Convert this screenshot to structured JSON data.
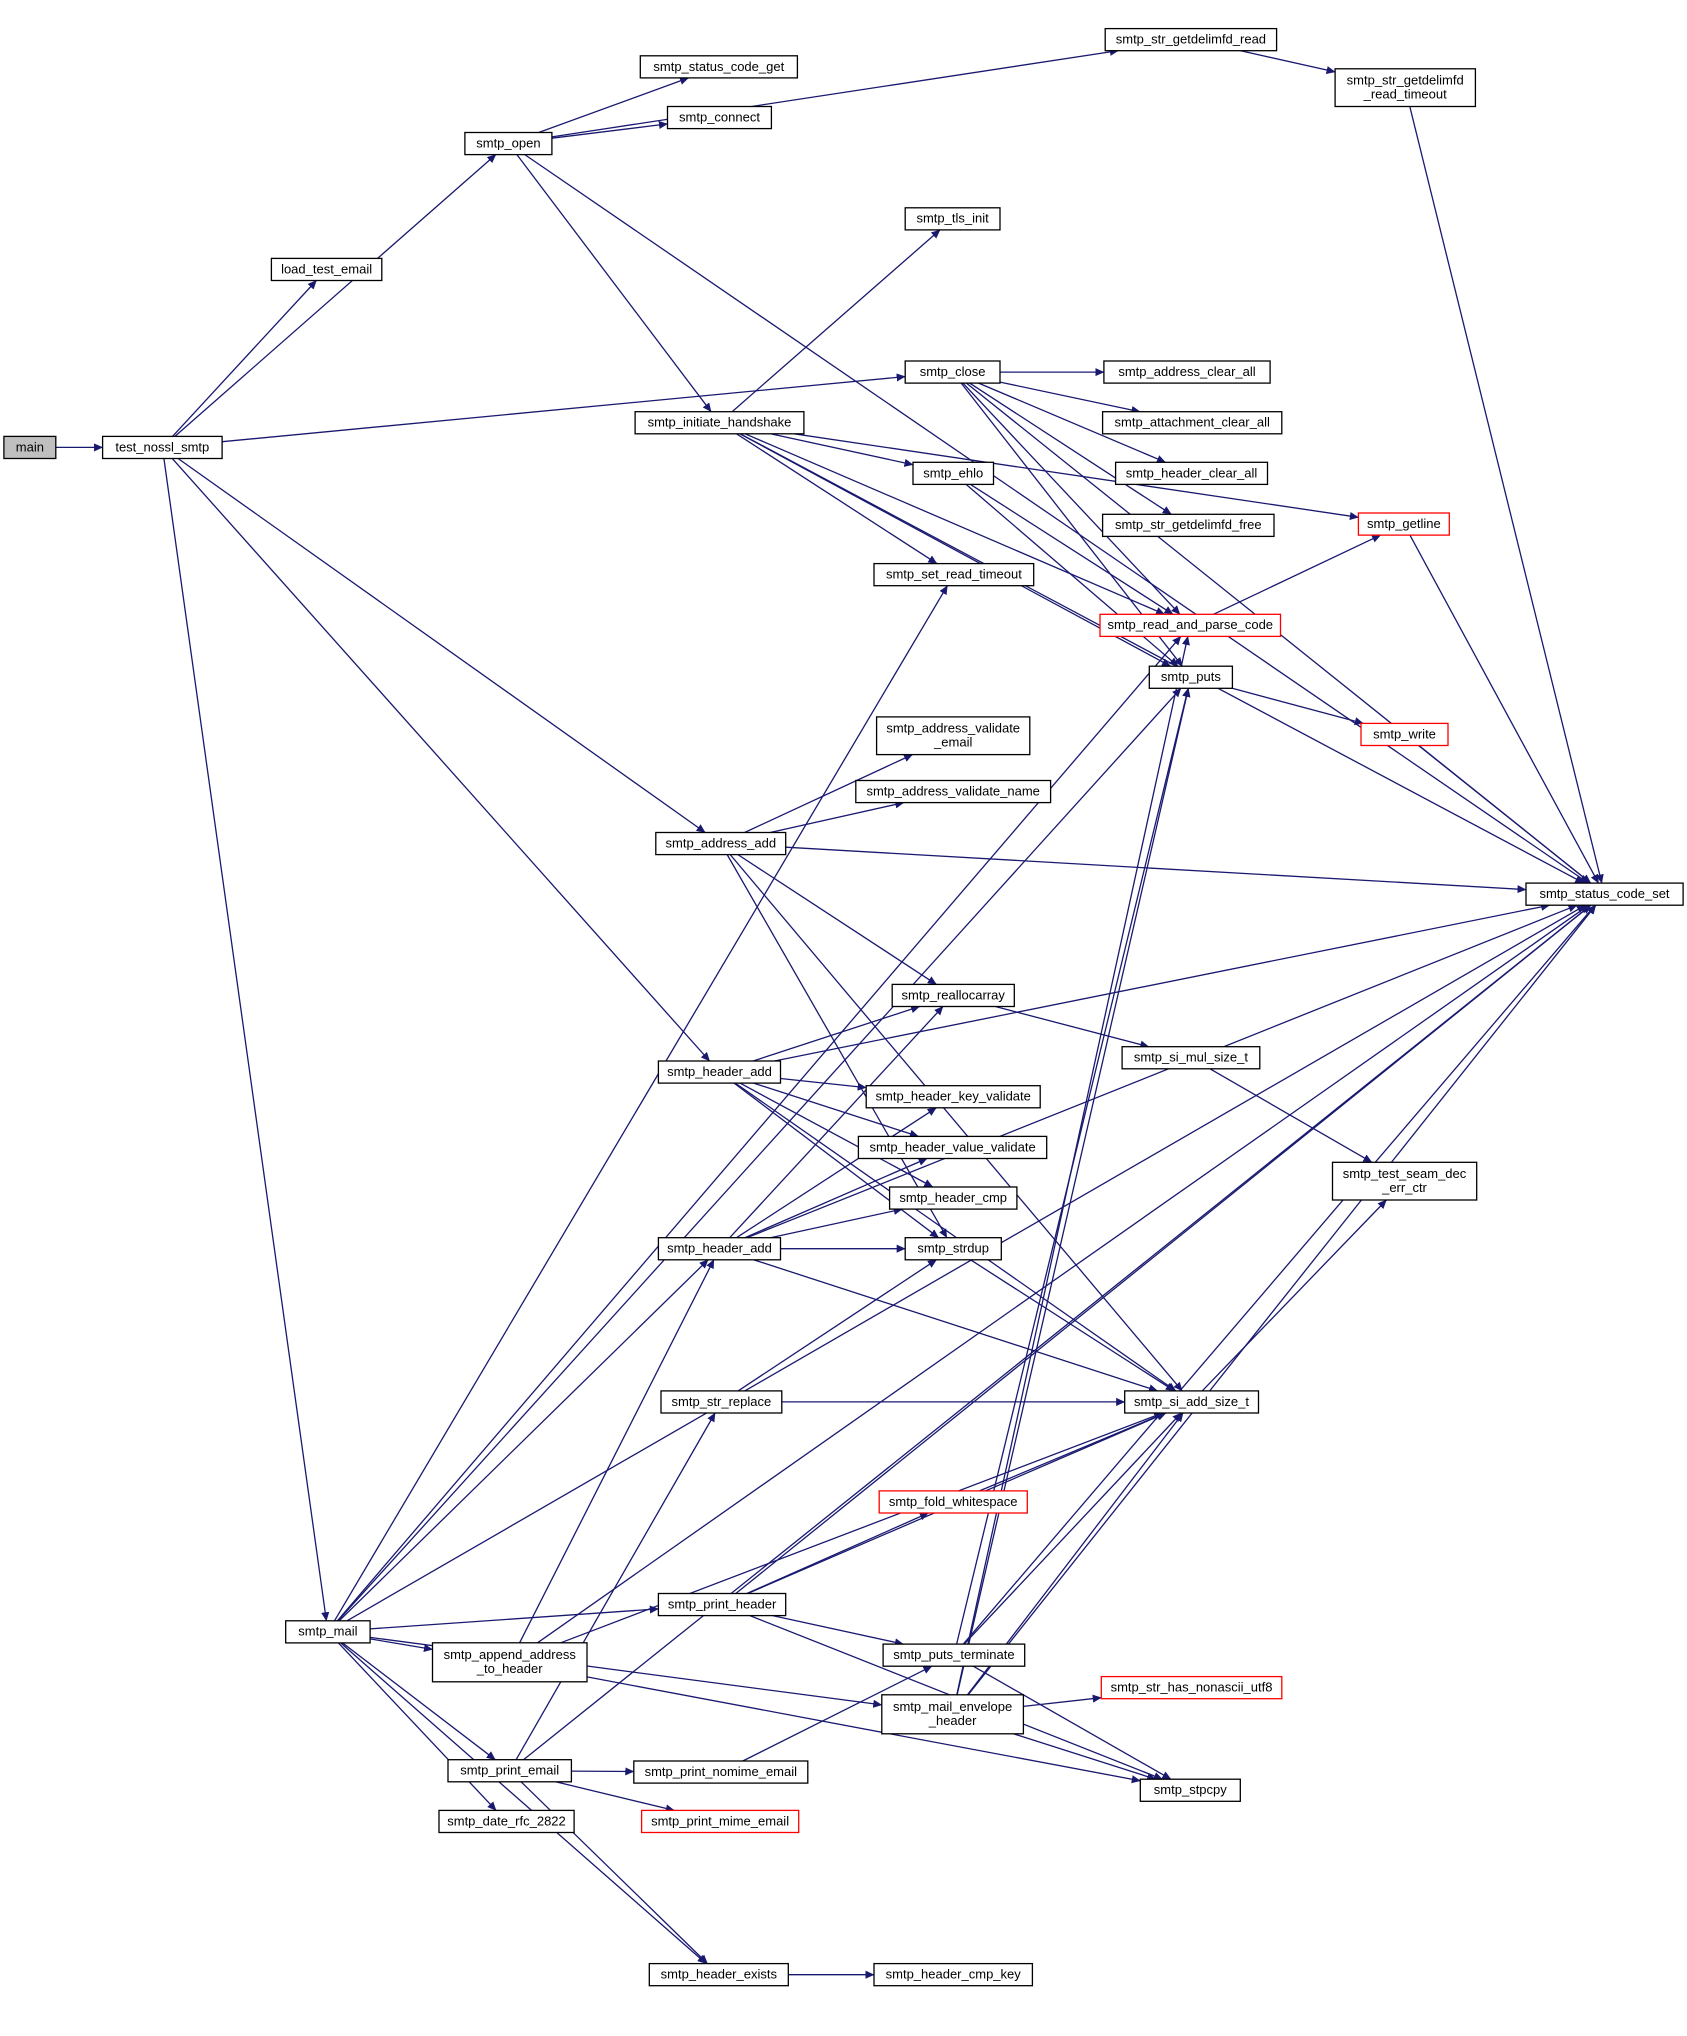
{
  "graph": {
    "edge_color": "#191970",
    "truncated_border_color": "#ff0000",
    "root_fill_color": "#bfbfbf",
    "nodes": [
      {
        "id": "main",
        "lines": [
          "main"
        ],
        "root": true
      },
      {
        "id": "test_nossl_smtp",
        "lines": [
          "test_nossl_smtp"
        ]
      },
      {
        "id": "load_test_email",
        "lines": [
          "load_test_email"
        ]
      },
      {
        "id": "smtp_open",
        "lines": [
          "smtp_open"
        ]
      },
      {
        "id": "smtp_status_code_get",
        "lines": [
          "smtp_status_code_get"
        ]
      },
      {
        "id": "smtp_connect",
        "lines": [
          "smtp_connect"
        ]
      },
      {
        "id": "smtp_str_getdelimfd_read",
        "lines": [
          "smtp_str_getdelimfd_read"
        ]
      },
      {
        "id": "smtp_str_getdelimfd_read_timeout",
        "lines": [
          "smtp_str_getdelimfd",
          "_read_timeout"
        ]
      },
      {
        "id": "smtp_tls_init",
        "lines": [
          "smtp_tls_init"
        ]
      },
      {
        "id": "smtp_close",
        "lines": [
          "smtp_close"
        ]
      },
      {
        "id": "smtp_initiate_handshake",
        "lines": [
          "smtp_initiate_handshake"
        ]
      },
      {
        "id": "smtp_address_clear_all",
        "lines": [
          "smtp_address_clear_all"
        ]
      },
      {
        "id": "smtp_attachment_clear_all",
        "lines": [
          "smtp_attachment_clear_all"
        ]
      },
      {
        "id": "smtp_header_clear_all",
        "lines": [
          "smtp_header_clear_all"
        ]
      },
      {
        "id": "smtp_str_getdelimfd_free",
        "lines": [
          "smtp_str_getdelimfd_free"
        ]
      },
      {
        "id": "smtp_ehlo",
        "lines": [
          "smtp_ehlo"
        ]
      },
      {
        "id": "smtp_getline",
        "lines": [
          "smtp_getline"
        ],
        "truncated": true
      },
      {
        "id": "smtp_set_read_timeout",
        "lines": [
          "smtp_set_read_timeout"
        ]
      },
      {
        "id": "smtp_read_and_parse_code",
        "lines": [
          "smtp_read_and_parse_code"
        ],
        "truncated": true
      },
      {
        "id": "smtp_puts",
        "lines": [
          "smtp_puts"
        ]
      },
      {
        "id": "smtp_address_validate_email",
        "lines": [
          "smtp_address_validate",
          "_email"
        ]
      },
      {
        "id": "smtp_write",
        "lines": [
          "smtp_write"
        ],
        "truncated": true
      },
      {
        "id": "smtp_address_validate_name",
        "lines": [
          "smtp_address_validate_name"
        ]
      },
      {
        "id": "smtp_address_add",
        "lines": [
          "smtp_address_add"
        ]
      },
      {
        "id": "smtp_status_code_set",
        "lines": [
          "smtp_status_code_set"
        ]
      },
      {
        "id": "smtp_reallocarray",
        "lines": [
          "smtp_reallocarray"
        ]
      },
      {
        "id": "smtp_header_add_a",
        "lines": [
          "smtp_header_add"
        ]
      },
      {
        "id": "smtp_si_mul_size_t",
        "lines": [
          "smtp_si_mul_size_t"
        ]
      },
      {
        "id": "smtp_header_key_validate",
        "lines": [
          "smtp_header_key_validate"
        ]
      },
      {
        "id": "smtp_header_value_validate",
        "lines": [
          "smtp_header_value_validate"
        ]
      },
      {
        "id": "smtp_test_seam_dec_err_ctr",
        "lines": [
          "smtp_test_seam_dec",
          "_err_ctr"
        ]
      },
      {
        "id": "smtp_header_cmp",
        "lines": [
          "smtp_header_cmp"
        ]
      },
      {
        "id": "smtp_header_add_b",
        "lines": [
          "smtp_header_add"
        ]
      },
      {
        "id": "smtp_strdup",
        "lines": [
          "smtp_strdup"
        ]
      },
      {
        "id": "smtp_str_replace",
        "lines": [
          "smtp_str_replace"
        ]
      },
      {
        "id": "smtp_si_add_size_t",
        "lines": [
          "smtp_si_add_size_t"
        ]
      },
      {
        "id": "smtp_fold_whitespace",
        "lines": [
          "smtp_fold_whitespace"
        ],
        "truncated": true
      },
      {
        "id": "smtp_print_header",
        "lines": [
          "smtp_print_header"
        ]
      },
      {
        "id": "smtp_mail",
        "lines": [
          "smtp_mail"
        ]
      },
      {
        "id": "smtp_append_address_to_header",
        "lines": [
          "smtp_append_address",
          "_to_header"
        ]
      },
      {
        "id": "smtp_puts_terminate",
        "lines": [
          "smtp_puts_terminate"
        ]
      },
      {
        "id": "smtp_str_has_nonascii_utf8",
        "lines": [
          "smtp_str_has_nonascii_utf8"
        ],
        "truncated": true
      },
      {
        "id": "smtp_mail_envelope_header",
        "lines": [
          "smtp_mail_envelope",
          "_header"
        ]
      },
      {
        "id": "smtp_print_email",
        "lines": [
          "smtp_print_email"
        ]
      },
      {
        "id": "smtp_print_nomime_email",
        "lines": [
          "smtp_print_nomime_email"
        ]
      },
      {
        "id": "smtp_stpcpy",
        "lines": [
          "smtp_stpcpy"
        ]
      },
      {
        "id": "smtp_date_rfc_2822",
        "lines": [
          "smtp_date_rfc_2822"
        ]
      },
      {
        "id": "smtp_print_mime_email",
        "lines": [
          "smtp_print_mime_email"
        ],
        "truncated": true
      },
      {
        "id": "smtp_header_exists",
        "lines": [
          "smtp_header_exists"
        ]
      },
      {
        "id": "smtp_header_cmp_key",
        "lines": [
          "smtp_header_cmp_key"
        ]
      }
    ],
    "edges": [
      [
        "main",
        "test_nossl_smtp"
      ],
      [
        "test_nossl_smtp",
        "load_test_email"
      ],
      [
        "test_nossl_smtp",
        "smtp_open"
      ],
      [
        "test_nossl_smtp",
        "smtp_close"
      ],
      [
        "test_nossl_smtp",
        "smtp_address_add"
      ],
      [
        "test_nossl_smtp",
        "smtp_header_add_a"
      ],
      [
        "test_nossl_smtp",
        "smtp_mail"
      ],
      [
        "smtp_open",
        "smtp_str_getdelimfd_read"
      ],
      [
        "smtp_open",
        "smtp_status_code_get"
      ],
      [
        "smtp_open",
        "smtp_connect"
      ],
      [
        "smtp_open",
        "smtp_initiate_handshake"
      ],
      [
        "smtp_open",
        "smtp_status_code_set"
      ],
      [
        "smtp_str_getdelimfd_read",
        "smtp_str_getdelimfd_read_timeout"
      ],
      [
        "smtp_str_getdelimfd_read_timeout",
        "smtp_status_code_set"
      ],
      [
        "smtp_initiate_handshake",
        "smtp_tls_init"
      ],
      [
        "smtp_initiate_handshake",
        "smtp_status_code_set"
      ],
      [
        "smtp_initiate_handshake",
        "smtp_getline"
      ],
      [
        "smtp_initiate_handshake",
        "smtp_ehlo"
      ],
      [
        "smtp_initiate_handshake",
        "smtp_set_read_timeout"
      ],
      [
        "smtp_initiate_handshake",
        "smtp_read_and_parse_code"
      ],
      [
        "smtp_initiate_handshake",
        "smtp_puts"
      ],
      [
        "smtp_close",
        "smtp_address_clear_all"
      ],
      [
        "smtp_close",
        "smtp_attachment_clear_all"
      ],
      [
        "smtp_close",
        "smtp_header_clear_all"
      ],
      [
        "smtp_close",
        "smtp_str_getdelimfd_free"
      ],
      [
        "smtp_close",
        "smtp_read_and_parse_code"
      ],
      [
        "smtp_close",
        "smtp_puts"
      ],
      [
        "smtp_close",
        "smtp_status_code_set"
      ],
      [
        "smtp_ehlo",
        "smtp_read_and_parse_code"
      ],
      [
        "smtp_ehlo",
        "smtp_puts"
      ],
      [
        "smtp_read_and_parse_code",
        "smtp_getline"
      ],
      [
        "smtp_getline",
        "smtp_status_code_set"
      ],
      [
        "smtp_puts",
        "smtp_write"
      ],
      [
        "smtp_write",
        "smtp_status_code_set"
      ],
      [
        "smtp_address_add",
        "smtp_address_validate_email"
      ],
      [
        "smtp_address_add",
        "smtp_address_validate_name"
      ],
      [
        "smtp_address_add",
        "smtp_status_code_set"
      ],
      [
        "smtp_address_add",
        "smtp_reallocarray"
      ],
      [
        "smtp_address_add",
        "smtp_strdup"
      ],
      [
        "smtp_address_add",
        "smtp_si_add_size_t"
      ],
      [
        "smtp_reallocarray",
        "smtp_si_mul_size_t"
      ],
      [
        "smtp_si_mul_size_t",
        "smtp_test_seam_dec_err_ctr"
      ],
      [
        "smtp_header_add_a",
        "smtp_reallocarray"
      ],
      [
        "smtp_header_add_a",
        "smtp_status_code_set"
      ],
      [
        "smtp_header_add_a",
        "smtp_header_key_validate"
      ],
      [
        "smtp_header_add_a",
        "smtp_header_value_validate"
      ],
      [
        "smtp_header_add_a",
        "smtp_header_cmp"
      ],
      [
        "smtp_header_add_a",
        "smtp_strdup"
      ],
      [
        "smtp_header_add_a",
        "smtp_si_add_size_t"
      ],
      [
        "smtp_header_add_b",
        "smtp_reallocarray"
      ],
      [
        "smtp_header_add_b",
        "smtp_header_key_validate"
      ],
      [
        "smtp_header_add_b",
        "smtp_header_value_validate"
      ],
      [
        "smtp_header_add_b",
        "smtp_header_cmp"
      ],
      [
        "smtp_header_add_b",
        "smtp_strdup"
      ],
      [
        "smtp_header_add_b",
        "smtp_status_code_set"
      ],
      [
        "smtp_header_add_b",
        "smtp_si_add_size_t"
      ],
      [
        "smtp_strdup",
        "smtp_si_add_size_t"
      ],
      [
        "smtp_si_add_size_t",
        "smtp_test_seam_dec_err_ctr"
      ],
      [
        "smtp_str_replace",
        "smtp_strdup"
      ],
      [
        "smtp_str_replace",
        "smtp_si_add_size_t"
      ],
      [
        "smtp_fold_whitespace",
        "smtp_si_add_size_t"
      ],
      [
        "smtp_print_header",
        "smtp_fold_whitespace"
      ],
      [
        "smtp_print_header",
        "smtp_si_add_size_t"
      ],
      [
        "smtp_print_header",
        "smtp_status_code_set"
      ],
      [
        "smtp_print_header",
        "smtp_puts_terminate"
      ],
      [
        "smtp_print_header",
        "smtp_stpcpy"
      ],
      [
        "smtp_puts_terminate",
        "smtp_puts"
      ],
      [
        "smtp_puts_terminate",
        "smtp_si_add_size_t"
      ],
      [
        "smtp_puts_terminate",
        "smtp_status_code_set"
      ],
      [
        "smtp_puts_terminate",
        "smtp_stpcpy"
      ],
      [
        "smtp_mail_envelope_header",
        "smtp_read_and_parse_code"
      ],
      [
        "smtp_mail_envelope_header",
        "smtp_puts"
      ],
      [
        "smtp_mail_envelope_header",
        "smtp_si_add_size_t"
      ],
      [
        "smtp_mail_envelope_header",
        "smtp_str_has_nonascii_utf8"
      ],
      [
        "smtp_mail_envelope_header",
        "smtp_status_code_set"
      ],
      [
        "smtp_mail_envelope_header",
        "smtp_stpcpy"
      ],
      [
        "smtp_mail",
        "smtp_set_read_timeout"
      ],
      [
        "smtp_mail",
        "smtp_read_and_parse_code"
      ],
      [
        "smtp_mail",
        "smtp_puts"
      ],
      [
        "smtp_mail",
        "smtp_header_add_b"
      ],
      [
        "smtp_mail",
        "smtp_print_header"
      ],
      [
        "smtp_mail",
        "smtp_append_address_to_header"
      ],
      [
        "smtp_mail",
        "smtp_mail_envelope_header"
      ],
      [
        "smtp_mail",
        "smtp_print_email"
      ],
      [
        "smtp_mail",
        "smtp_date_rfc_2822"
      ],
      [
        "smtp_mail",
        "smtp_header_exists"
      ],
      [
        "smtp_mail",
        "smtp_status_code_set"
      ],
      [
        "smtp_append_address_to_header",
        "smtp_header_add_b"
      ],
      [
        "smtp_append_address_to_header",
        "smtp_si_add_size_t"
      ],
      [
        "smtp_append_address_to_header",
        "smtp_stpcpy"
      ],
      [
        "smtp_append_address_to_header",
        "smtp_status_code_set"
      ],
      [
        "smtp_print_email",
        "smtp_str_replace"
      ],
      [
        "smtp_print_email",
        "smtp_print_nomime_email"
      ],
      [
        "smtp_print_email",
        "smtp_print_mime_email"
      ],
      [
        "smtp_print_email",
        "smtp_header_exists"
      ],
      [
        "smtp_print_email",
        "smtp_status_code_set"
      ],
      [
        "smtp_print_nomime_email",
        "smtp_puts_terminate"
      ],
      [
        "smtp_header_exists",
        "smtp_header_cmp_key"
      ]
    ]
  }
}
